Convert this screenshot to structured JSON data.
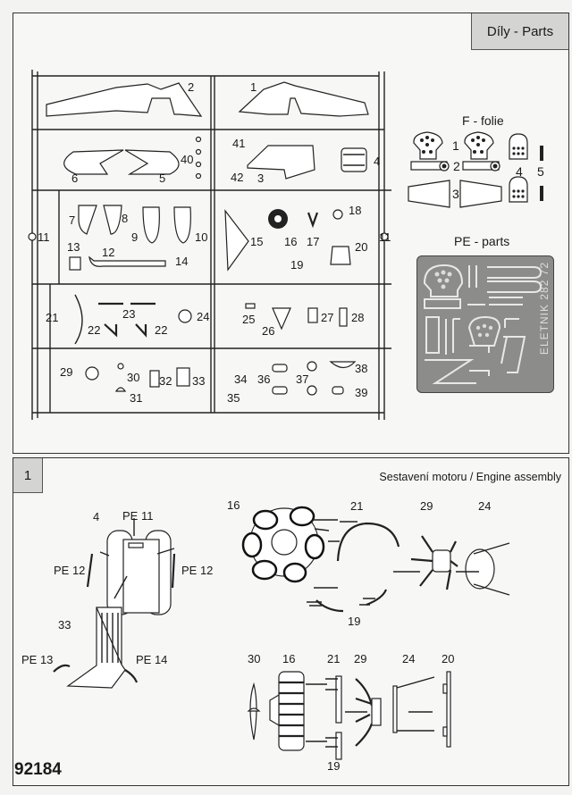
{
  "parts_section": {
    "tab_label": "Díly - Parts",
    "sprue_part_numbers": [
      "1",
      "2",
      "3",
      "4",
      "5",
      "6",
      "7",
      "8",
      "9",
      "10",
      "11",
      "11",
      "12",
      "13",
      "14",
      "15",
      "16",
      "17",
      "18",
      "19",
      "20",
      "21",
      "22",
      "22",
      "23",
      "24",
      "25",
      "26",
      "27",
      "28",
      "29",
      "30",
      "31",
      "32",
      "33",
      "34",
      "35",
      "36",
      "37",
      "38",
      "39",
      "40",
      "41",
      "42"
    ],
    "film_sheet": {
      "title": "F - folie",
      "part_numbers": [
        "1",
        "2",
        "3",
        "4",
        "5"
      ]
    },
    "photo_etch": {
      "title": "PE - parts",
      "fret_marking": "ELETNIK 282 72"
    }
  },
  "assembly_section": {
    "step_number": "1",
    "title": "Sestavení motoru / Engine assembly",
    "seat_labels": {
      "part_4": "4",
      "pe_11": "PE 11",
      "pe_12_left": "PE 12",
      "pe_12_right": "PE 12",
      "part_33": "33",
      "pe_13": "PE 13",
      "pe_14": "PE 14"
    },
    "engine_front_labels": {
      "part_16": "16",
      "part_21": "21",
      "part_29": "29",
      "part_24": "24",
      "part_19": "19"
    },
    "engine_side_labels": {
      "part_30": "30",
      "part_16": "16",
      "part_21": "21",
      "part_29": "29",
      "part_24": "24",
      "part_20": "20",
      "part_19": "19"
    }
  },
  "footer": {
    "catalog_number": "92184"
  }
}
